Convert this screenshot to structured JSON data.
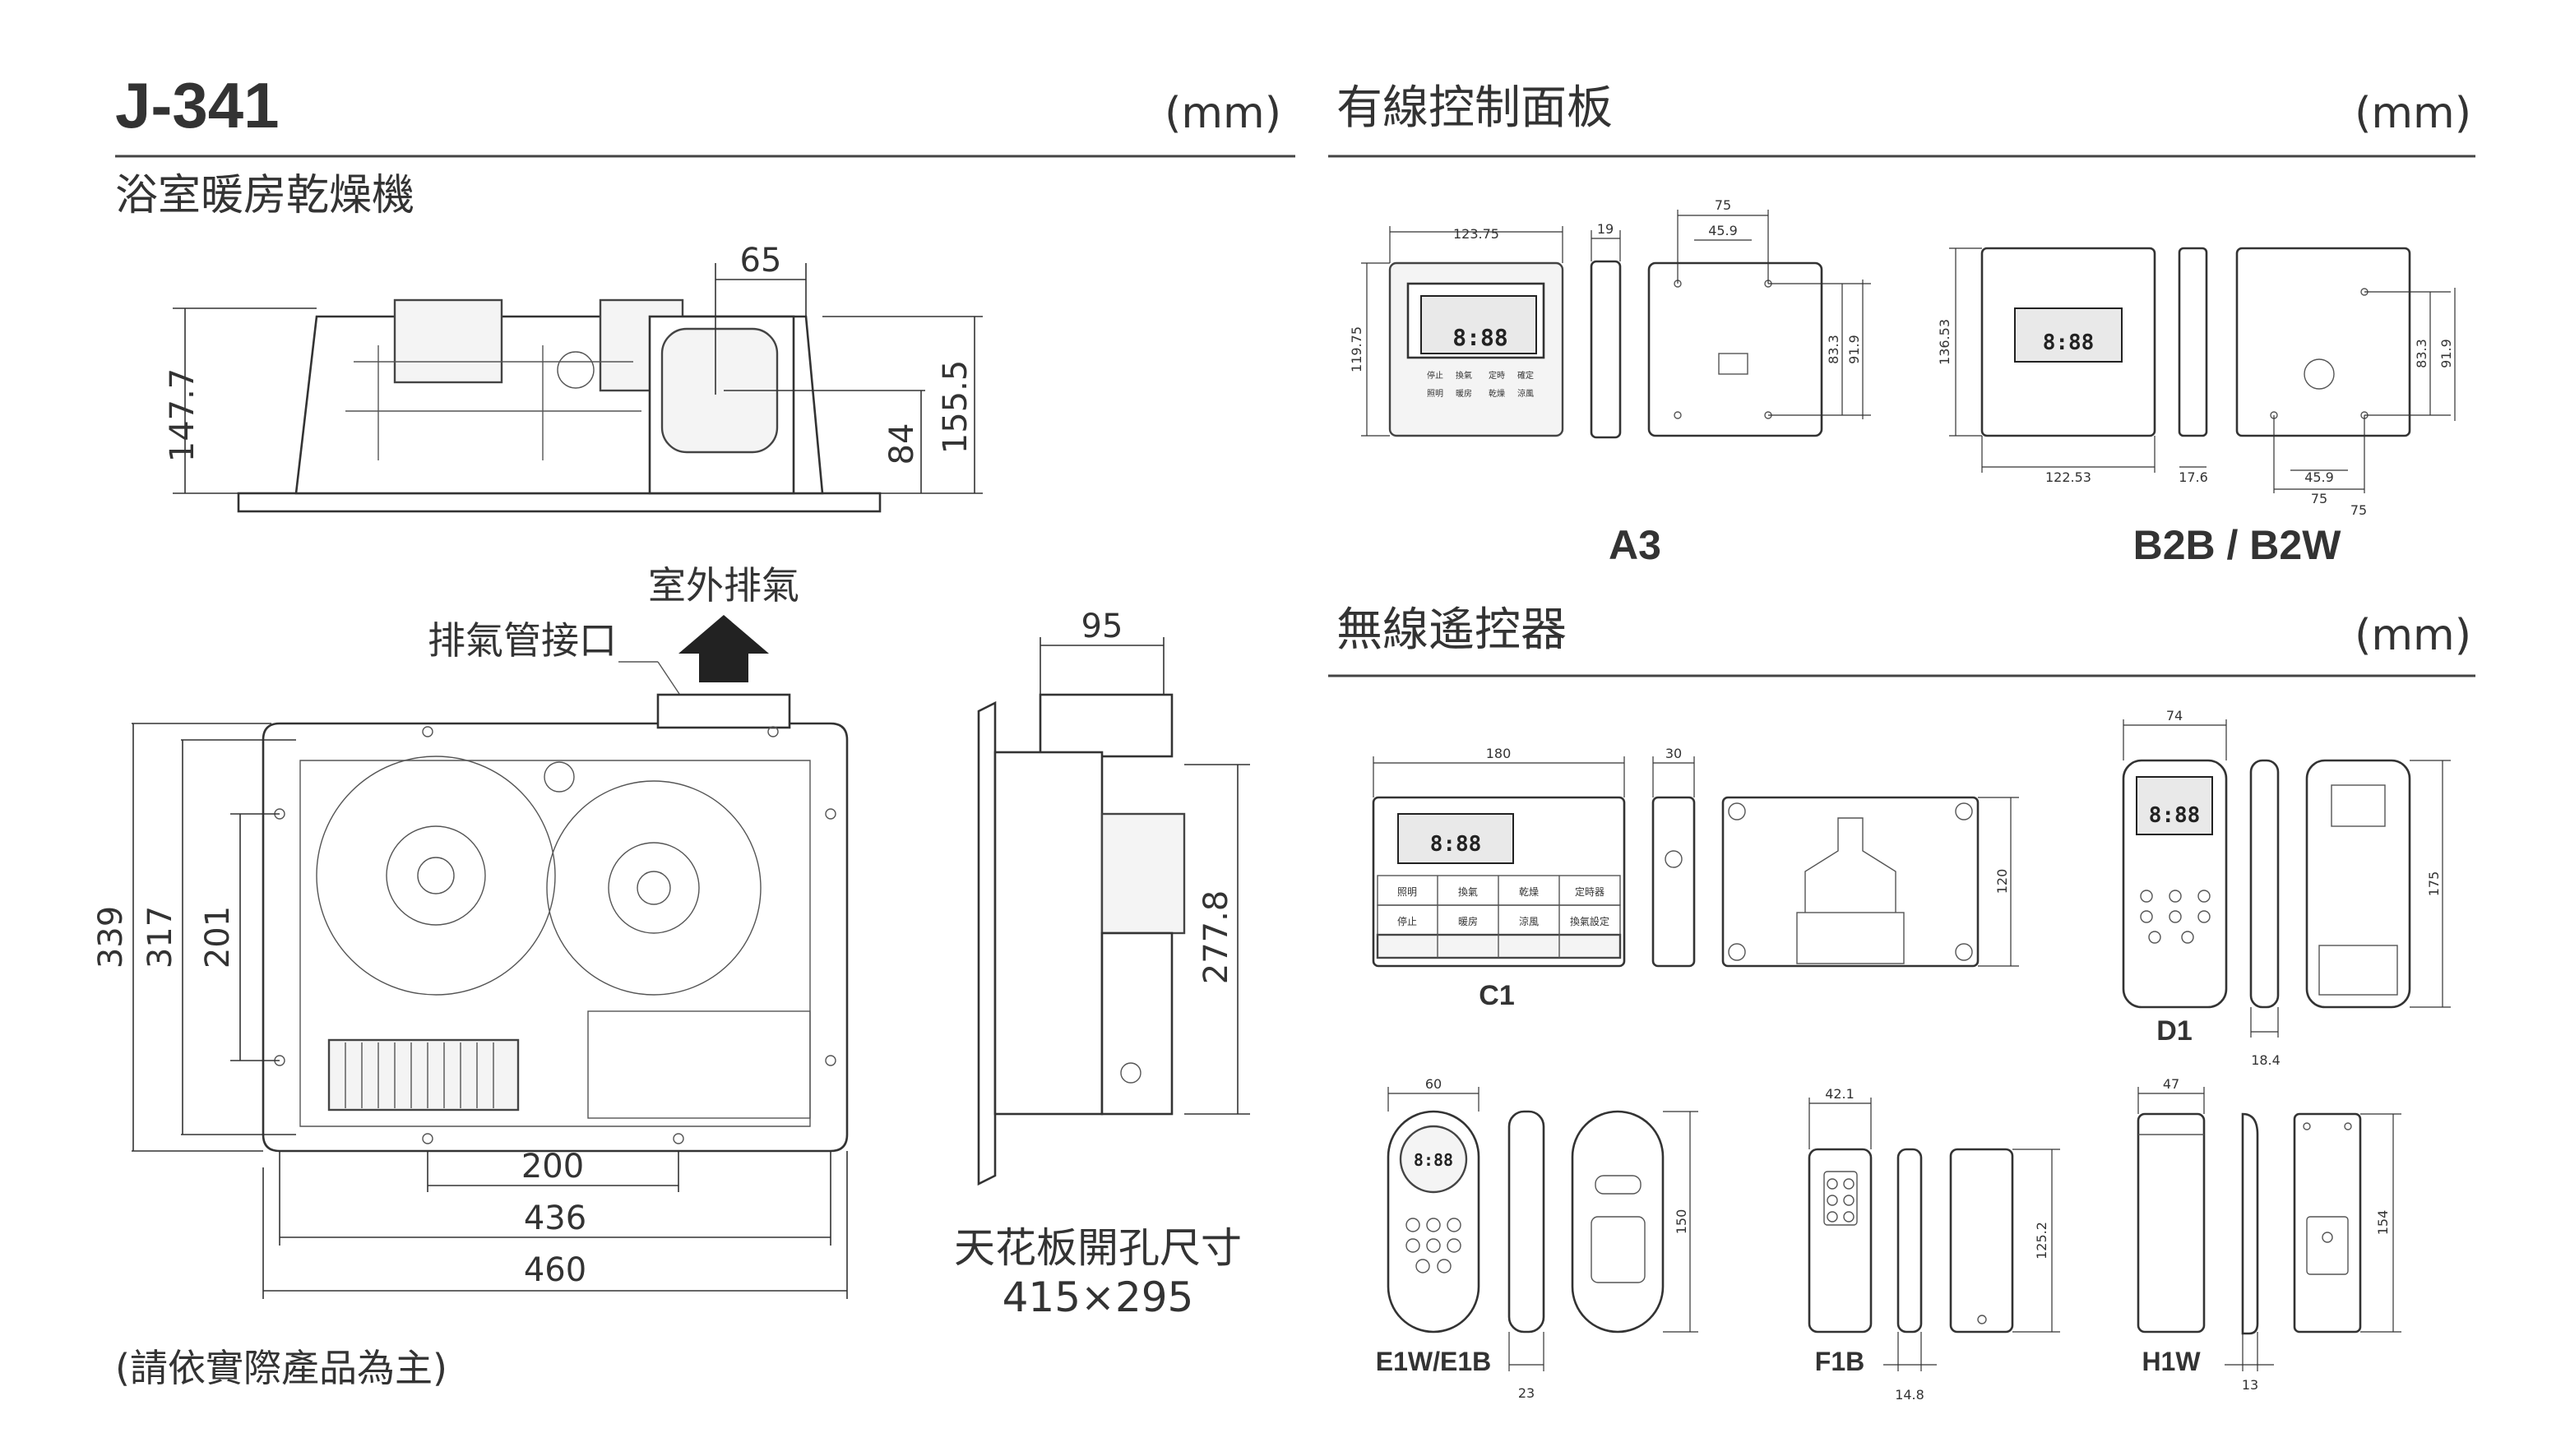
{
  "unit": "(mm)",
  "product": {
    "model": "J-341",
    "name": "浴室暖房乾燥機",
    "disclaimer": "(請依實際產品為主)",
    "exhaust_label": "室外排氣",
    "duct_label": "排氣管接口",
    "ceiling_cutout_label": "天花板開孔尺寸",
    "ceiling_cutout_value": "415×295",
    "dims": {
      "top_width": "65",
      "height_total": "147.7",
      "duct_offset": "84",
      "height_right": "155.5",
      "side_depth": "95",
      "side_height": "277.8",
      "h339": "339",
      "h317": "317",
      "h201": "201",
      "w200": "200",
      "w436": "436",
      "w460": "460"
    }
  },
  "wired": {
    "title": "有線控制面板",
    "panels": [
      {
        "name": "A3",
        "dims": {
          "w": "123.75",
          "h": "119.75",
          "depth": "19",
          "holes_w": "75",
          "holes_inner": "45.9",
          "r1": "83.3",
          "r2": "91.9"
        }
      },
      {
        "name": "B2B / B2W",
        "dims": {
          "w": "122.53",
          "h": "136.53",
          "depth": "17.6",
          "holes_inner": "45.9",
          "holes_w": "75",
          "holes_w2": "75",
          "r1": "83.3",
          "r2": "91.9"
        }
      }
    ]
  },
  "wireless": {
    "title": "無線遙控器",
    "remotes": [
      {
        "name": "C1",
        "dims": {
          "w": "180",
          "depth": "30",
          "h": "120"
        }
      },
      {
        "name": "D1",
        "dims": {
          "w": "74",
          "h": "175",
          "depth": "18.4"
        }
      },
      {
        "name": "E1W/E1B",
        "dims": {
          "w": "60",
          "h": "150",
          "depth": "23"
        }
      },
      {
        "name": "F1B",
        "dims": {
          "w": "42.1",
          "h": "125.2",
          "depth": "14.8"
        }
      },
      {
        "name": "H1W",
        "dims": {
          "w": "47",
          "h": "154",
          "depth": "13"
        }
      }
    ]
  },
  "lcd": {
    "digits": "8:88",
    "c1_keys": [
      "照明",
      "換氣",
      "乾燥",
      "定時器",
      "停止",
      "暖房",
      "涼風",
      "換氣設定"
    ],
    "a3_keys": [
      "停止",
      "換氣",
      "定時",
      "確定",
      "照明",
      "暖房",
      "乾燥",
      "涼風"
    ]
  }
}
